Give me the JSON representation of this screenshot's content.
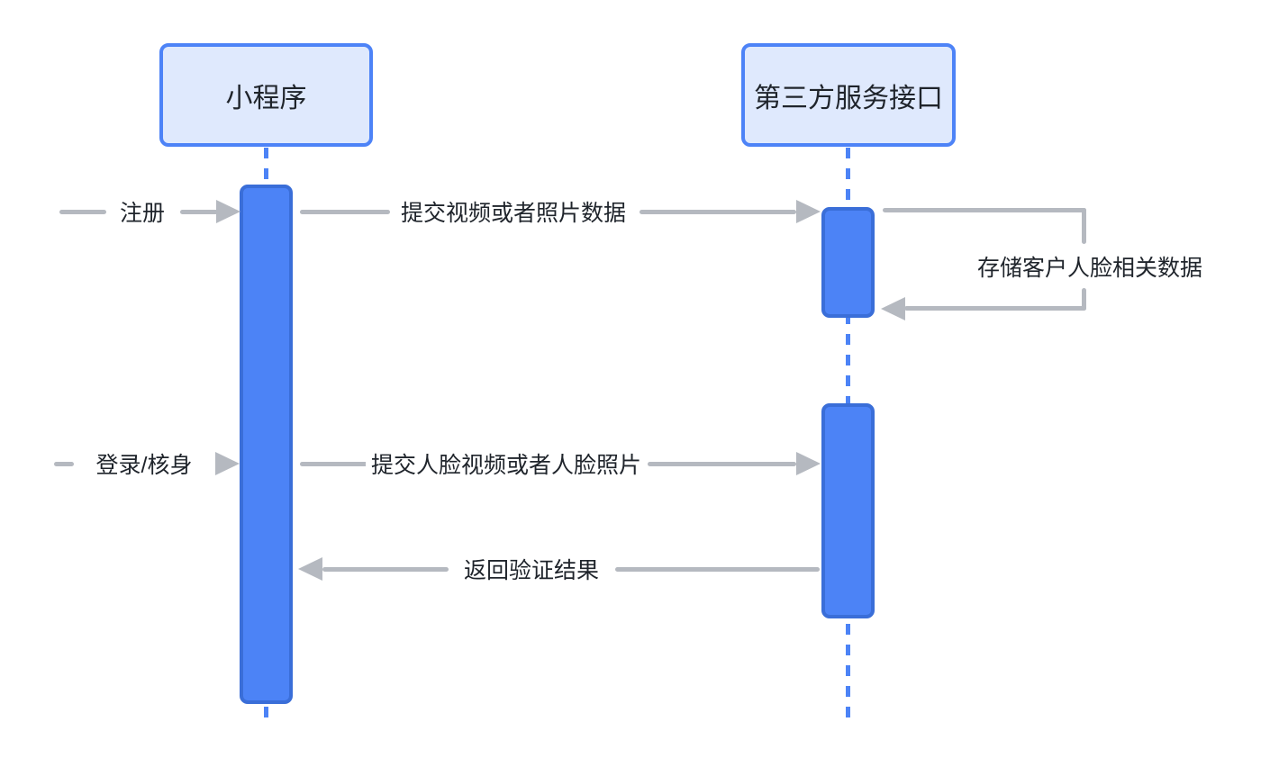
{
  "diagram": {
    "type": "sequence",
    "actors": [
      {
        "id": "mini-program",
        "label": "小程序"
      },
      {
        "id": "third-party-api",
        "label": "第三方服务接口"
      }
    ],
    "messages": [
      {
        "label": "注册",
        "kind": "external-in",
        "to": "小程序"
      },
      {
        "label": "提交视频或者照片数据",
        "kind": "message",
        "from": "小程序",
        "to": "第三方服务接口"
      },
      {
        "label": "存储客户人脸相关数据",
        "kind": "self-loop",
        "actor": "第三方服务接口"
      },
      {
        "label": "登录/核身",
        "kind": "external-in",
        "to": "小程序"
      },
      {
        "label": "提交人脸视频或者人脸照片",
        "kind": "message",
        "from": "小程序",
        "to": "第三方服务接口"
      },
      {
        "label": "返回验证结果",
        "kind": "message",
        "from": "第三方服务接口",
        "to": "小程序"
      }
    ]
  },
  "colors": {
    "actor_fill": "#dfe9fd",
    "actor_border": "#4d83f7",
    "activation_fill": "#4c83f6",
    "activation_border": "#3a6ed8",
    "lifeline": "#4c83f6",
    "arrow": "#b5b9c0",
    "text": "#1f242b",
    "background": "#ffffff"
  }
}
